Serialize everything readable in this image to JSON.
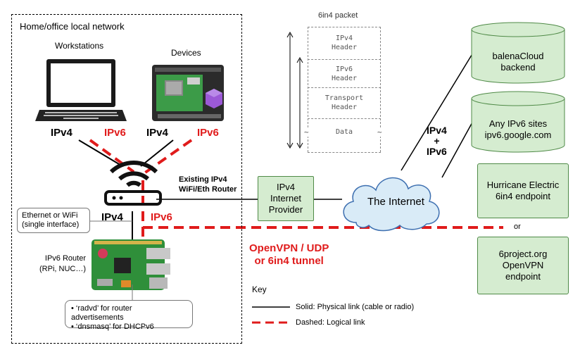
{
  "home_network": {
    "title": "Home/office local network",
    "workstations_label": "Workstations",
    "devices_label": "Devices",
    "ipv4": "IPv4",
    "ipv6": "IPv6",
    "router_label_line1": "Existing IPv4",
    "router_label_line2": "WiFi/Eth Router",
    "ethernet_callout_line1": "Ethernet or WiFi",
    "ethernet_callout_line2": "(single interface)",
    "ipv6_router_line1": "IPv6 Router",
    "ipv6_router_line2": "(RPi, NUC…)",
    "services_line1": "• ‘radvd’ for router advertisements",
    "services_line2": "• ‘dnsmasq’ for DHCPv6"
  },
  "packet": {
    "caption": "6in4 packet",
    "rows": [
      {
        "line1": "IPv4",
        "line2": "Header"
      },
      {
        "line1": "IPv6",
        "line2": "Header"
      },
      {
        "line1": "Transport",
        "line2": "Header"
      },
      {
        "line1": "Data",
        "line2": ""
      }
    ],
    "tilde": "~"
  },
  "network": {
    "isp_line1": "IPv4",
    "isp_line2": "Internet",
    "isp_line3": "Provider",
    "internet": "The Internet",
    "ipv4": "IPv4",
    "plus": "+",
    "ipv6": "IPv6",
    "tunnel_line1": "OpenVPN / UDP",
    "tunnel_line2": "or 6in4 tunnel",
    "or": "or"
  },
  "endpoints": {
    "balena_line1": "balenaCloud",
    "balena_line2": "backend",
    "ipv6sites_line1": "Any IPv6 sites",
    "ipv6sites_line2": "ipv6.google.com",
    "he_line1": "Hurricane Electric",
    "he_line2": "6in4 endpoint",
    "sixproject_line1": "6project.org",
    "sixproject_line2": "OpenVPN",
    "sixproject_line3": "endpoint"
  },
  "key": {
    "title": "Key",
    "solid": "Solid: Physical link (cable or radio)",
    "dashed": "Dashed: Logical link"
  },
  "colors": {
    "logical_link": "#e01b1b",
    "green_fill": "#d5ecd0",
    "green_stroke": "#4f8a47",
    "cloud_fill": "#d9ebf7",
    "cloud_stroke": "#3d6fb0"
  },
  "icons": [
    "laptop-icon",
    "dev-board-icon",
    "wifi-router-icon",
    "raspberry-pi-icon",
    "database-cylinder-icon",
    "cloud-icon"
  ]
}
